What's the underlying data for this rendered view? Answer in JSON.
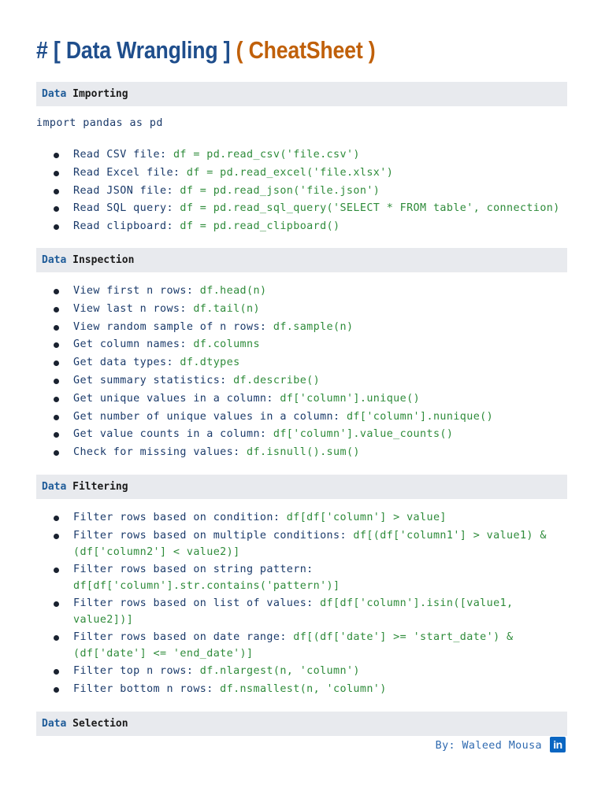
{
  "title": {
    "prefix": "# [ Data Wrangling ]",
    "accent": "( CheatSheet )"
  },
  "sections": {
    "importing": {
      "keyword": "Data",
      "name": "Importing",
      "intro": "import pandas as pd",
      "items": [
        {
          "text": "Read CSV file: ",
          "code": "df = pd.read_csv('file.csv')"
        },
        {
          "text": "Read Excel file: ",
          "code": "df = pd.read_excel('file.xlsx')"
        },
        {
          "text": "Read JSON file: ",
          "code": "df = pd.read_json('file.json')"
        },
        {
          "text": "Read SQL query: ",
          "code": "df = pd.read_sql_query('SELECT * FROM table', connection)"
        },
        {
          "text": "Read clipboard: ",
          "code": "df = pd.read_clipboard()"
        }
      ]
    },
    "inspection": {
      "keyword": "Data",
      "name": "Inspection",
      "items": [
        {
          "text": "View first n rows: ",
          "code": "df.head(n)"
        },
        {
          "text": "View last n rows: ",
          "code": "df.tail(n)"
        },
        {
          "text": "View random sample of n rows: ",
          "code": "df.sample(n)"
        },
        {
          "text": "Get column names: ",
          "code": "df.columns"
        },
        {
          "text": "Get data types: ",
          "code": "df.dtypes"
        },
        {
          "text": "Get summary statistics: ",
          "code": "df.describe()"
        },
        {
          "text": "Get unique values in a column: ",
          "code": "df['column'].unique()"
        },
        {
          "text": "Get number of unique values in a column: ",
          "code": "df['column'].nunique()"
        },
        {
          "text": "Get value counts in a column: ",
          "code": "df['column'].value_counts()"
        },
        {
          "text": "Check for missing values: ",
          "code": "df.isnull().sum()"
        }
      ]
    },
    "filtering": {
      "keyword": "Data",
      "name": "Filtering",
      "items": [
        {
          "text": "Filter rows based on condition: ",
          "code": "df[df['column'] > value]",
          "code2": ""
        },
        {
          "text": "Filter rows based on multiple conditions: ",
          "code": "df[(df['column1'] > value1) &",
          "code2": "(df['column2'] < value2)]"
        },
        {
          "text": "Filter rows based on string pattern:",
          "code": "",
          "code2": "df[df['column'].str.contains('pattern')]"
        },
        {
          "text": "Filter rows based on list of values: ",
          "code": "df[df['column'].isin([value1,",
          "code2": "value2])]"
        },
        {
          "text": "Filter rows based on date range: ",
          "code": "df[(df['date'] >= 'start_date') &",
          "code2": "(df['date'] <= 'end_date')]"
        },
        {
          "text": "Filter top n rows: ",
          "code": "df.nlargest(n, 'column')",
          "code2": ""
        },
        {
          "text": "Filter bottom n rows: ",
          "code": "df.nsmallest(n, 'column')",
          "code2": ""
        }
      ]
    },
    "selection": {
      "keyword": "Data",
      "name": "Selection"
    }
  },
  "footer": {
    "author": "By: Waleed Mousa",
    "icon": "linkedin-icon",
    "icon_text": "in"
  }
}
